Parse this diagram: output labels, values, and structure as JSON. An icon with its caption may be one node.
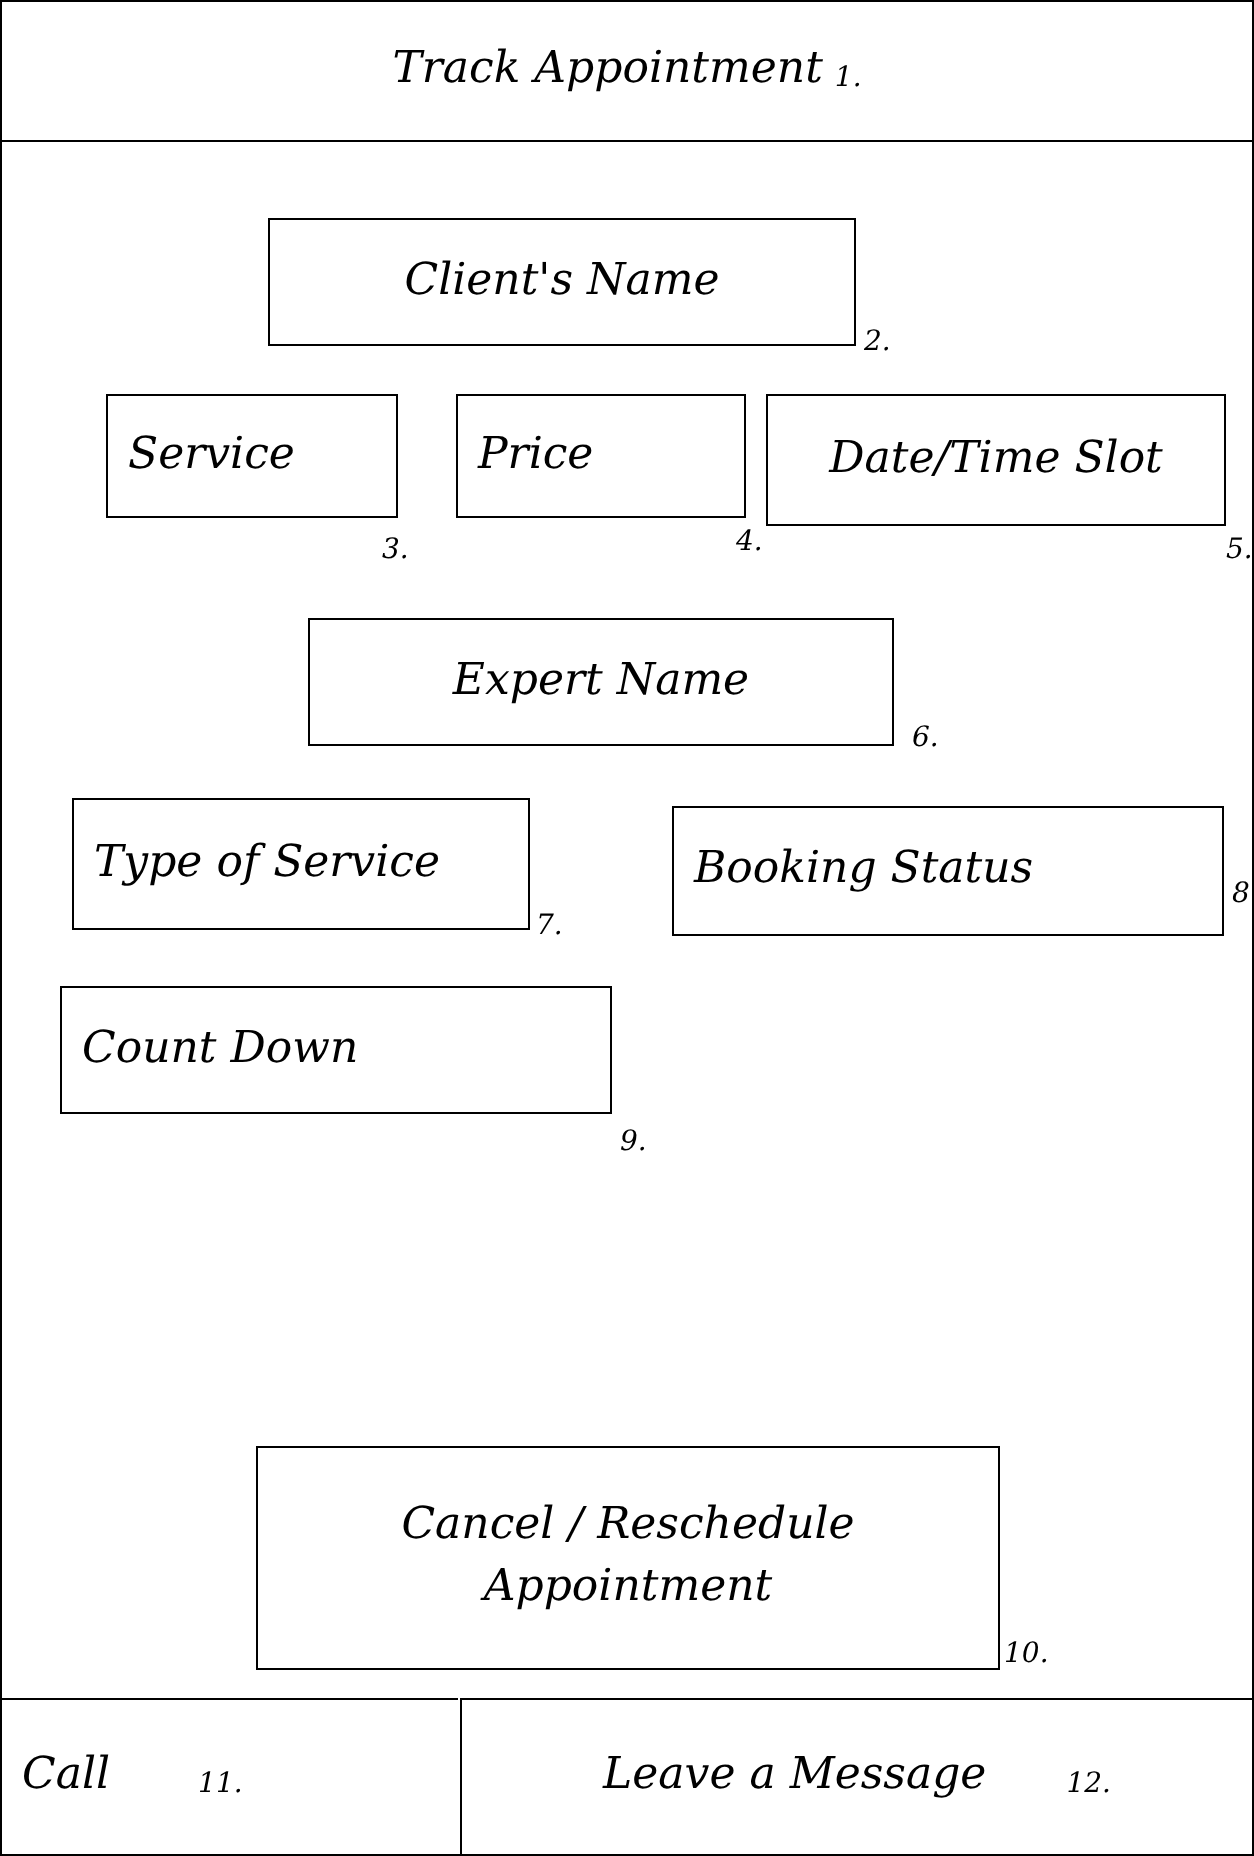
{
  "diagram": {
    "nodes": [
      {
        "text": [
          "Track Appointment",
          "1."
        ]
      },
      {
        "text": [
          "Client's Name"
        ],
        "beside": [
          "2."
        ]
      },
      {
        "text": [
          "Service"
        ],
        "beside": [
          "3."
        ]
      },
      {
        "text": [
          "Price"
        ],
        "beside": [
          "4."
        ]
      },
      {
        "text": [
          "Date/Time Slot"
        ],
        "beside": [
          "5."
        ]
      },
      {
        "text": [
          "Expert Name"
        ],
        "beside": [
          "6."
        ]
      },
      {
        "text": [
          "Type of Service"
        ],
        "beside": [
          "7."
        ]
      },
      {
        "text": [
          "Booking Status"
        ],
        "beside": [
          "8."
        ]
      },
      {
        "text": [
          "Count Down"
        ],
        "beside": [
          "9."
        ]
      },
      {
        "text": [
          "Cancel / Reschedule Appointment"
        ],
        "beside": [
          "10."
        ]
      },
      {
        "text": [
          "Call",
          "11."
        ]
      },
      {
        "text": [
          "Leave a Message",
          "12."
        ]
      }
    ]
  }
}
